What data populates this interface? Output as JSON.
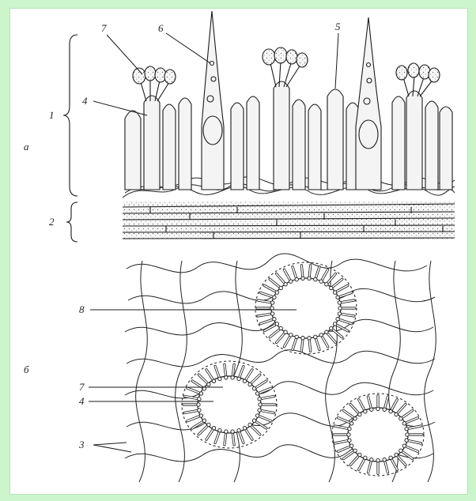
{
  "colors": {
    "frame_bg": "#ccf5cc",
    "paper": "#ffffff",
    "ink": "#1a1a1a"
  },
  "section_labels": {
    "a": "а",
    "b": "б"
  },
  "labels": {
    "l1": "1",
    "l2": "2",
    "l3": "3",
    "l4a": "4",
    "l4b": "4",
    "l5": "5",
    "l6": "6",
    "l7a": "7",
    "l7b": "7",
    "l8": "8"
  }
}
